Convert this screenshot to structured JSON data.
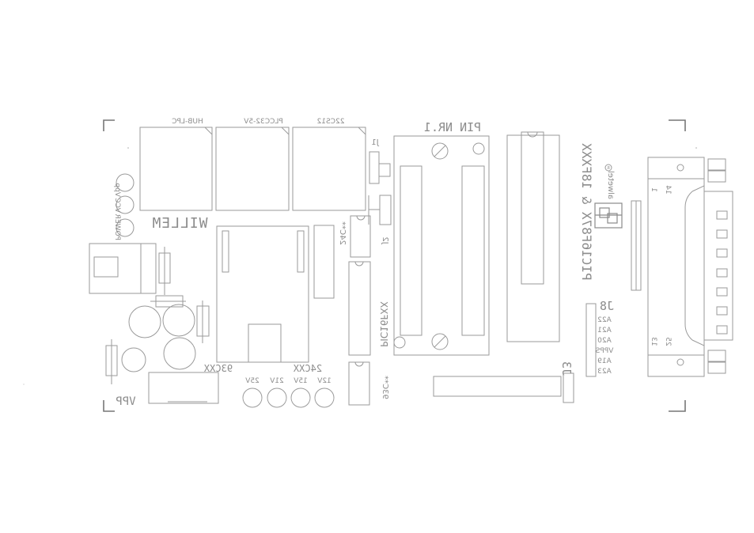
{
  "connectors": {
    "hub_lpc": "HUB-LPC",
    "plcc32_5v": "PLCC32-5V",
    "s22cs12": "22CS12"
  },
  "labels": {
    "brand": "WILLEM",
    "pin1": "PIN NR.1",
    "j1": "J1",
    "j2": "J2",
    "j3": "J3",
    "j8": "J8",
    "c24xx_small": "24C**",
    "pic16fxx": "PIC16FXX",
    "c93xx_small": "93C**",
    "c93cxx": "93CXX",
    "c24cxx": "24CXX",
    "vpp": "VPP",
    "pic_title": "PIC16F87X & 18FXXX",
    "manufacturer": "alwetel",
    "registered": "R",
    "pin_1": "1",
    "pin_14": "14",
    "pin_13": "13",
    "pin_25": "25"
  },
  "led_labels": {
    "power": "POWER",
    "vcc": "VCC",
    "vpp": "Vpp"
  },
  "voltage_labels": [
    "25V",
    "21V",
    "15V",
    "12V"
  ],
  "j8_pins": [
    "A22",
    "A21",
    "A20",
    "VPPS",
    "A19",
    "A23"
  ]
}
